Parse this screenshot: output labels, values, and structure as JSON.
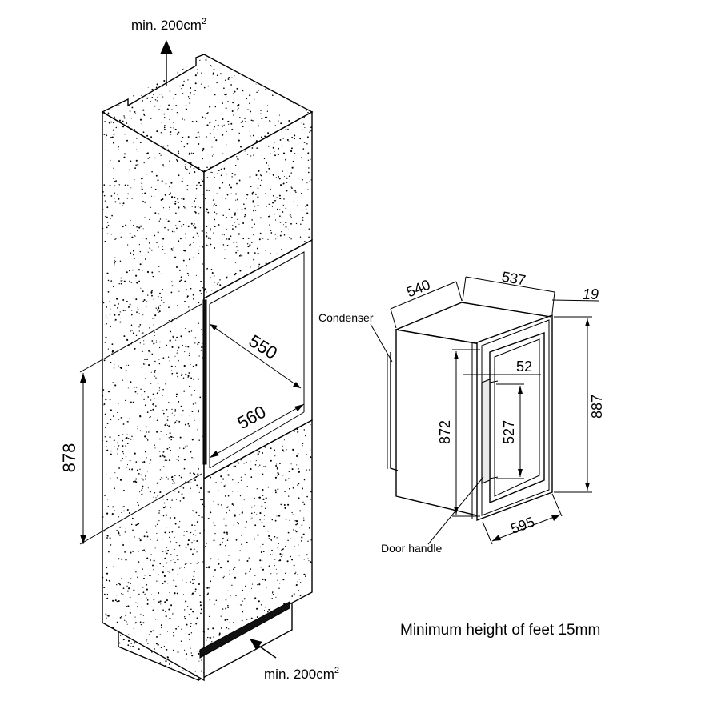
{
  "labels": {
    "vent_top": "min. 200cm",
    "vent_top_sup": "2",
    "vent_bottom": "min. 200cm",
    "vent_bottom_sup": "2",
    "condenser": "Condenser",
    "door_handle": "Door handle",
    "feet_note": "Minimum height of feet 15mm"
  },
  "dimensions": {
    "niche_height": "878",
    "niche_depth": "550",
    "niche_width": "560",
    "unit_depth_total": "540",
    "unit_depth": "537",
    "door_thickness": "19",
    "handle_offset": "52",
    "body_height": "872",
    "handle_length": "527",
    "unit_height": "887",
    "unit_width": "595"
  }
}
